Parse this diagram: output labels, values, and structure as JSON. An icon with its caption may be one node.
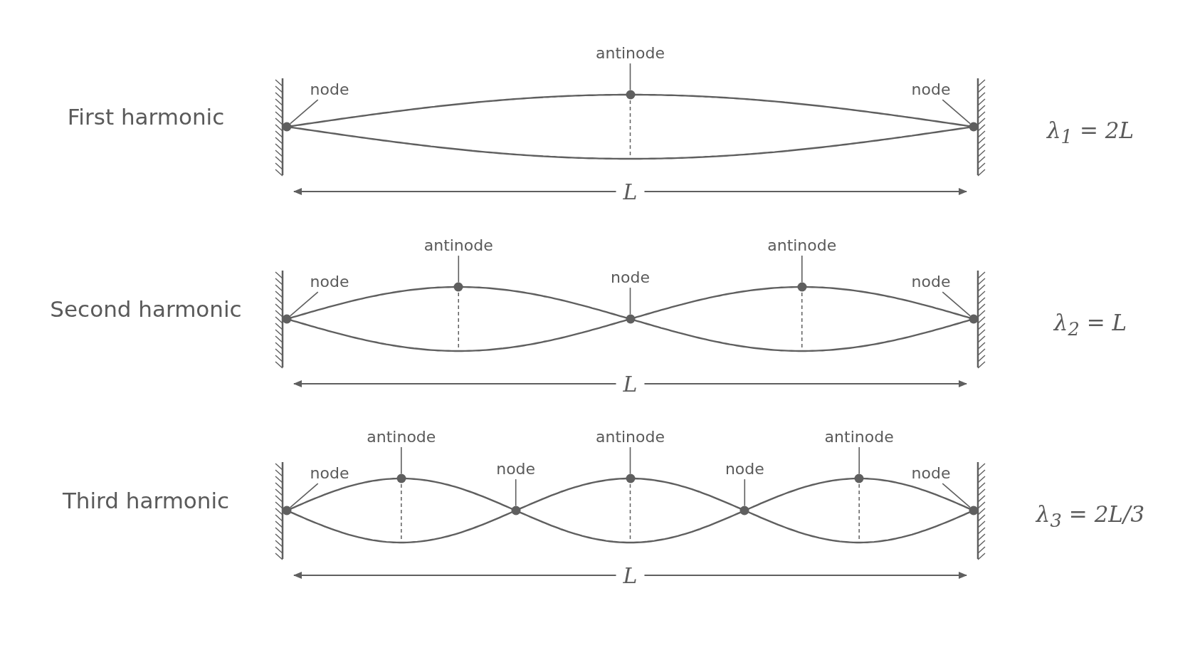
{
  "diagram": {
    "nodes": [
      {
        "text": [
          "node"
        ]
      },
      {
        "text": [],
        "shape": "circle"
      },
      {
        "text": [
          "antinode"
        ]
      },
      {
        "text": [],
        "shape": "circle"
      },
      {
        "text": [
          "node"
        ]
      },
      {
        "text": [],
        "shape": "circle"
      },
      {
        "text": [
          "node"
        ]
      },
      {
        "text": [],
        "shape": "circle"
      },
      {
        "text": [
          "antinode"
        ]
      },
      {
        "text": [],
        "shape": "circle"
      },
      {
        "text": [
          "node"
        ]
      },
      {
        "text": [],
        "shape": "circle"
      },
      {
        "text": [
          "antinode"
        ]
      },
      {
        "text": [],
        "shape": "circle"
      },
      {
        "text": [
          "node"
        ]
      },
      {
        "text": [],
        "shape": "circle"
      },
      {
        "text": [
          "node"
        ]
      },
      {
        "text": [],
        "shape": "circle"
      },
      {
        "text": [
          "antinode"
        ]
      },
      {
        "text": [],
        "shape": "circle"
      },
      {
        "text": [
          "node"
        ]
      },
      {
        "text": [],
        "shape": "circle"
      },
      {
        "text": [
          "antinode"
        ]
      },
      {
        "text": [],
        "shape": "circle"
      },
      {
        "text": [
          "node"
        ]
      },
      {
        "text": [],
        "shape": "circle"
      },
      {
        "text": [
          "antinode"
        ]
      },
      {
        "text": [],
        "shape": "circle"
      },
      {
        "text": [
          "node"
        ]
      },
      {
        "text": [],
        "shape": "circle"
      }
    ],
    "edges": [
      {
        "from": 0,
        "to": 1,
        "arrow": "none"
      },
      {
        "from": 2,
        "to": 3,
        "arrow": "none"
      },
      {
        "from": 4,
        "to": 5,
        "arrow": "none"
      },
      {
        "from": 6,
        "to": 7,
        "arrow": "none"
      },
      {
        "from": 8,
        "to": 9,
        "arrow": "none"
      },
      {
        "from": 10,
        "to": 11,
        "arrow": "none"
      },
      {
        "from": 12,
        "to": 13,
        "arrow": "none"
      },
      {
        "from": 14,
        "to": 15,
        "arrow": "none"
      },
      {
        "from": 16,
        "to": 17,
        "arrow": "none"
      },
      {
        "from": 18,
        "to": 19,
        "arrow": "none"
      },
      {
        "from": 20,
        "to": 21,
        "arrow": "none"
      },
      {
        "from": 22,
        "to": 23,
        "arrow": "none"
      },
      {
        "from": 24,
        "to": 25,
        "arrow": "none"
      },
      {
        "from": 26,
        "to": 27,
        "arrow": "none"
      },
      {
        "from": 28,
        "to": 29,
        "arrow": "none"
      }
    ],
    "labels": [
      "First harmonic",
      "λ$_{1}$ = 2L",
      "L",
      "Second harmonic",
      "λ$_{2}$ = L",
      "L",
      "Third harmonic",
      "λ$_{3}$ = 2L/3",
      "L"
    ]
  }
}
